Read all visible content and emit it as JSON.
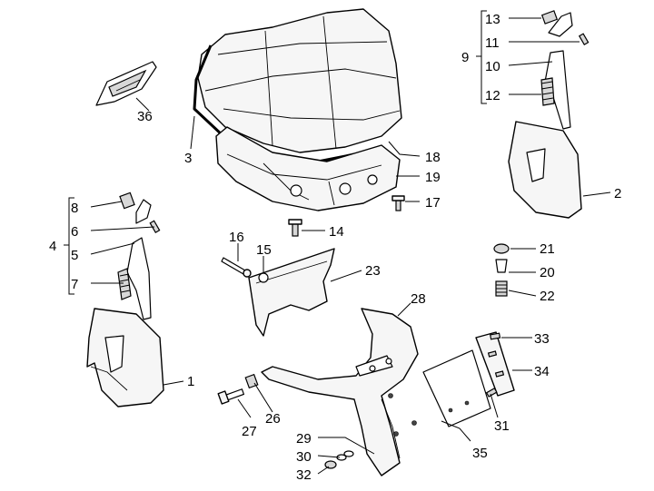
{
  "diagram": {
    "labels": {
      "n1": "1",
      "n2": "2",
      "n3": "3",
      "n4": "4",
      "n5": "5",
      "n6": "6",
      "n7": "7",
      "n8": "8",
      "n9": "9",
      "n10": "10",
      "n11": "11",
      "n12": "12",
      "n13": "13",
      "n14": "14",
      "n15": "15",
      "n16": "16",
      "n17": "17",
      "n18": "18",
      "n19": "19",
      "n20": "20",
      "n21": "21",
      "n22": "22",
      "n23": "23",
      "n26": "26",
      "n27": "27",
      "n28": "28",
      "n29": "29",
      "n30": "30",
      "n31": "31",
      "n32": "32",
      "n33": "33",
      "n34": "34",
      "n35": "35",
      "n36": "36"
    }
  }
}
